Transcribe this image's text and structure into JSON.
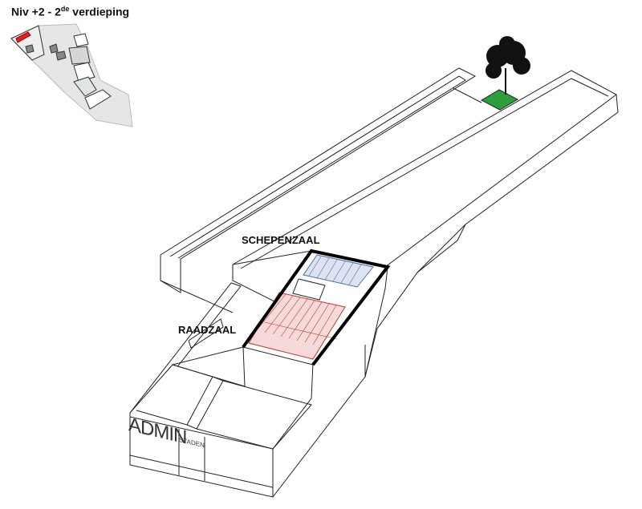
{
  "title": {
    "prefix": "Niv +2 - 2",
    "sup": "de",
    "suffix": " verdieping"
  },
  "labels": {
    "schepenzaal": "SCHEPENZAAL",
    "raadzaal": "RAADZAAL"
  },
  "signage": {
    "admin": "ADMIN",
    "staden": "STADEN"
  },
  "colors": {
    "highlight_red": "#e02020",
    "raadzaal_hatch": "#c0392b",
    "schepenzaal_hatch": "#4a6aa8",
    "green_roof": "#2e9e3a",
    "site_fill": "#e6e6e6"
  }
}
